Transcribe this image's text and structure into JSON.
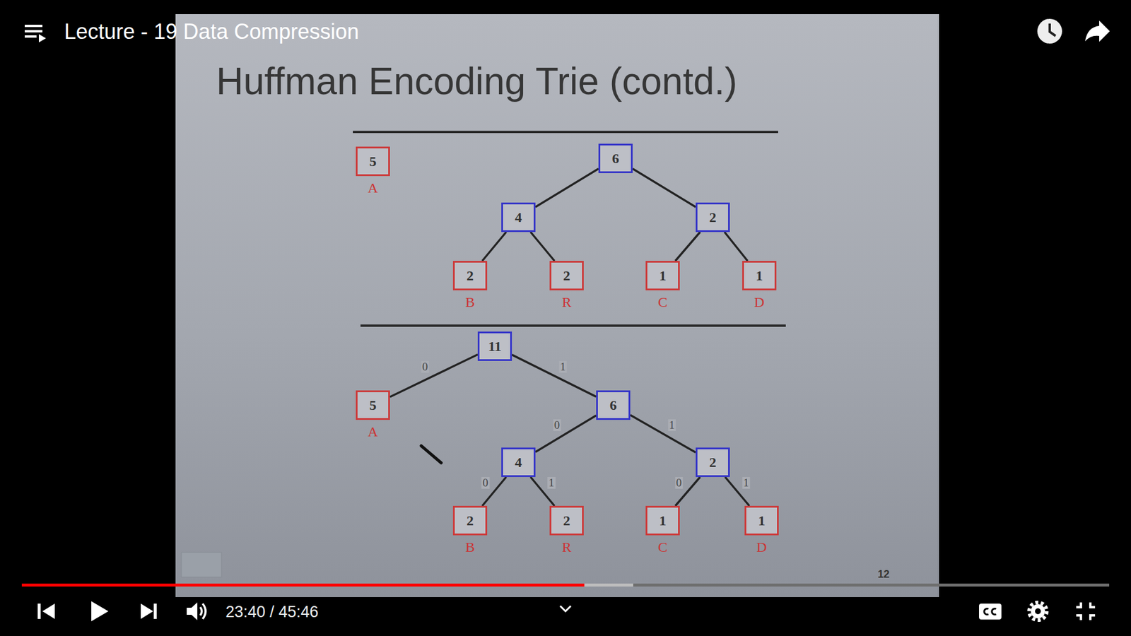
{
  "diagram": {
    "title": "Huffman Encoding Trie (contd.)",
    "nodes": [
      {
        "text": [
          "5",
          "A"
        ]
      },
      {
        "text": [
          "6"
        ]
      },
      {
        "text": [
          "4"
        ]
      },
      {
        "text": [
          "2"
        ]
      },
      {
        "text": [
          "2",
          "B"
        ]
      },
      {
        "text": [
          "2",
          "R"
        ]
      },
      {
        "text": [
          "1",
          "C"
        ]
      },
      {
        "text": [
          "1",
          "D"
        ]
      },
      {
        "text": [
          "11"
        ]
      },
      {
        "text": [
          "5",
          "A"
        ]
      },
      {
        "text": [
          "6"
        ]
      },
      {
        "text": [
          "4"
        ]
      },
      {
        "text": [
          "2"
        ]
      },
      {
        "text": [
          "2",
          "B"
        ]
      },
      {
        "text": [
          "2",
          "R"
        ]
      },
      {
        "text": [
          "1",
          "C"
        ]
      },
      {
        "text": [
          "1",
          "D"
        ]
      }
    ],
    "edges": [
      {
        "from": 1,
        "to": 2,
        "arrow": "none"
      },
      {
        "from": 1,
        "to": 3,
        "arrow": "none"
      },
      {
        "from": 2,
        "to": 4,
        "arrow": "none"
      },
      {
        "from": 2,
        "to": 5,
        "arrow": "none"
      },
      {
        "from": 3,
        "to": 6,
        "arrow": "none"
      },
      {
        "from": 3,
        "to": 7,
        "arrow": "none"
      },
      {
        "from": 8,
        "to": 9,
        "label": "0",
        "arrow": "none"
      },
      {
        "from": 8,
        "to": 10,
        "label": "1",
        "arrow": "none"
      },
      {
        "from": 10,
        "to": 11,
        "label": "0",
        "arrow": "none"
      },
      {
        "from": 10,
        "to": 12,
        "label": "1",
        "arrow": "none"
      },
      {
        "from": 11,
        "to": 13,
        "label": "0",
        "arrow": "none"
      },
      {
        "from": 11,
        "to": 14,
        "label": "1",
        "arrow": "none"
      },
      {
        "from": 12,
        "to": 15,
        "label": "0",
        "arrow": "none"
      },
      {
        "from": 12,
        "to": 16,
        "label": "1",
        "arrow": "none"
      }
    ],
    "labels": [
      "Lecture - 19 Data Compression",
      "23:40 / 45:46",
      "12"
    ]
  }
}
